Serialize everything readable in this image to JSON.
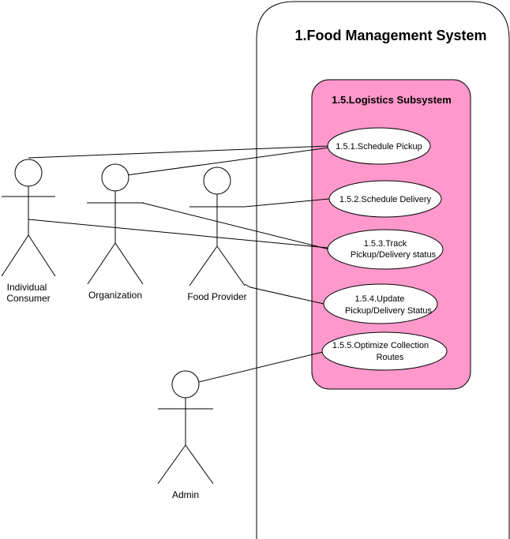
{
  "system": {
    "title": "1.Food Management System"
  },
  "subsystem": {
    "title": "1.5.Logistics Subsystem",
    "fill_color": "#ff99cc",
    "border_color": "#000000"
  },
  "use_cases": [
    {
      "id": "uc1",
      "lines": [
        "1.5.1.Schedule Pickup"
      ]
    },
    {
      "id": "uc2",
      "lines": [
        "1.5.2.Schedule Delivery"
      ]
    },
    {
      "id": "uc3",
      "lines": [
        "1.5.3.Track",
        "Pickup/Delivery status"
      ]
    },
    {
      "id": "uc4",
      "lines": [
        "1.5.4.Update",
        "Pickup/Delivery Status"
      ]
    },
    {
      "id": "uc5",
      "lines": [
        "1.5.5.Optimize Collection",
        "Routes"
      ]
    }
  ],
  "actors": [
    {
      "id": "individual",
      "lines": [
        "Individual",
        "Consumer"
      ]
    },
    {
      "id": "organization",
      "lines": [
        "Organization"
      ]
    },
    {
      "id": "food_provider",
      "lines": [
        "Food Provider"
      ]
    },
    {
      "id": "admin",
      "lines": [
        "Admin"
      ]
    }
  ]
}
